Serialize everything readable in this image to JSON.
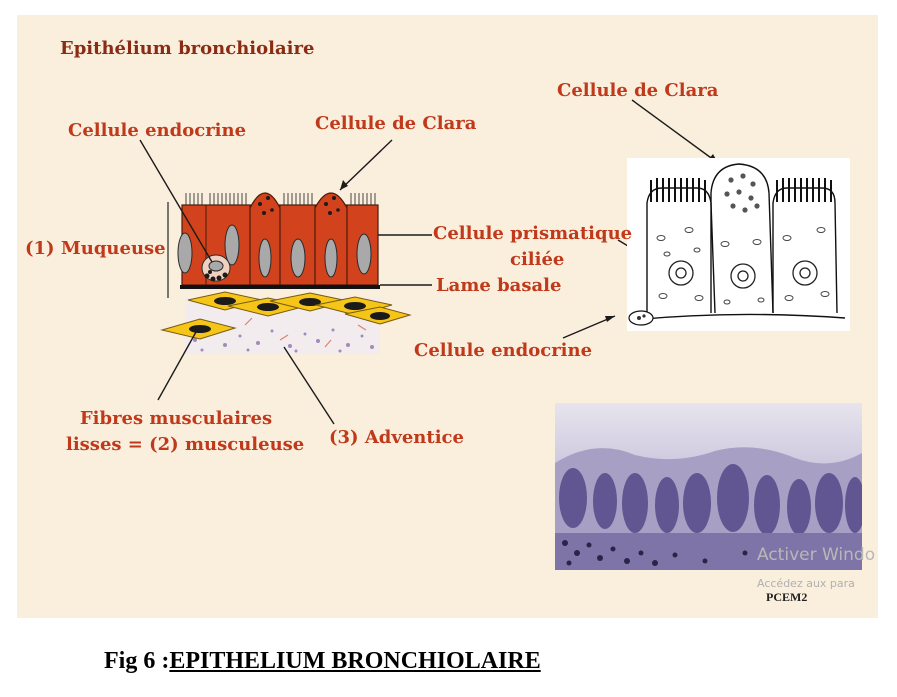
{
  "slide": {
    "title": "Epithélium bronchiolaire",
    "labels": {
      "endocrine_top": "Cellule endocrine",
      "clara_left": "Cellule de Clara",
      "muqueuse": "(1) Muqueuse",
      "prismatique_1": "Cellule prismatique",
      "prismatique_2": "ciliée",
      "lame": "Lame basale",
      "clara_right": "Cellule de Clara",
      "endocrine_right": "Cellule endocrine",
      "fibres_1": "Fibres musculaires",
      "fibres_2": "lisses = (2) musculeuse",
      "adventice": "(3) Adventice"
    },
    "overlay_title": "Activer Windo",
    "overlay_sub": "Accédez aux para",
    "pcem": "PCEM2"
  },
  "caption": {
    "prefix": "Fig 6 :",
    "title": "EPITHELIUM BRONCHIOLAIRE"
  },
  "colors": {
    "label_red": "#c0391b",
    "cell_red": "#d2421c",
    "nucleus_grey": "#a9a9a9",
    "muscle_yellow": "#f5c518",
    "photo_purple": "#5a4f8c"
  }
}
